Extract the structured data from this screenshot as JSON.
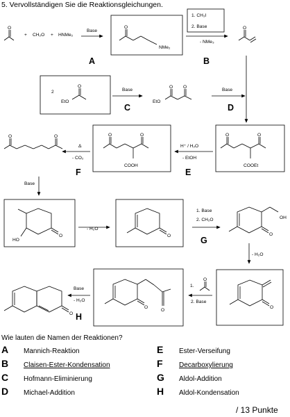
{
  "task_title": "5. Vervollständigen Sie die Reaktionsgleichungen.",
  "question": "Wie lauten die Namen der Reaktionen?",
  "points": "/ 13 Punkte",
  "scheme": {
    "reagents_top": {
      "plus1": "+",
      "ch2o": "CH₂O",
      "plus2": "+",
      "hnme2": "HNMe₂"
    },
    "nme2_label": "NMe₂",
    "step_A": {
      "letter": "A",
      "reagent": "Base"
    },
    "step_B": {
      "letter": "B",
      "reagent1": "1. CH₃I",
      "reagent2": "2. Base",
      "below": "- NMe₃"
    },
    "step_C": {
      "letter": "C",
      "reagent": "Base",
      "count": "2",
      "eto1": "EtO",
      "eto2": "EtO"
    },
    "step_D": {
      "letter": "D",
      "reagent": "Base"
    },
    "step_E": {
      "letter": "E",
      "above": "H⁺ / H₂O",
      "below": "- EtOH",
      "cooet": "COOEt"
    },
    "step_F": {
      "letter": "F",
      "above": "Δ",
      "below": "- CO₂",
      "cooh": "COOH"
    },
    "step_base_down": {
      "reagent": "Base"
    },
    "step_h2o_1": {
      "reagent": "- H₂O",
      "ho": "HO"
    },
    "step_G": {
      "letter": "G",
      "reagent1": "1. Base",
      "reagent2": "2. CH₂O",
      "oh": "OH"
    },
    "step_h2o_2": {
      "reagent": "- H₂O"
    },
    "step_mvk": {
      "reagent1": "1.",
      "reagent2": "2. Base"
    },
    "step_H": {
      "letter": "H",
      "reagent1": "Base",
      "reagent2": "- H₂O"
    }
  },
  "answers": [
    {
      "letter": "A",
      "name": "Mannich-Reaktion"
    },
    {
      "letter": "B",
      "name": "Claisen-Ester-Kondensation"
    },
    {
      "letter": "C",
      "name": "Hofmann-Eliminierung"
    },
    {
      "letter": "D",
      "name": "Michael-Addition"
    },
    {
      "letter": "E",
      "name": "Ester-Verseifung"
    },
    {
      "letter": "F",
      "name": "Decarboxylierung"
    },
    {
      "letter": "G",
      "name": "Aldol-Addition"
    },
    {
      "letter": "H",
      "name": "Aldol-Kondensation"
    }
  ]
}
